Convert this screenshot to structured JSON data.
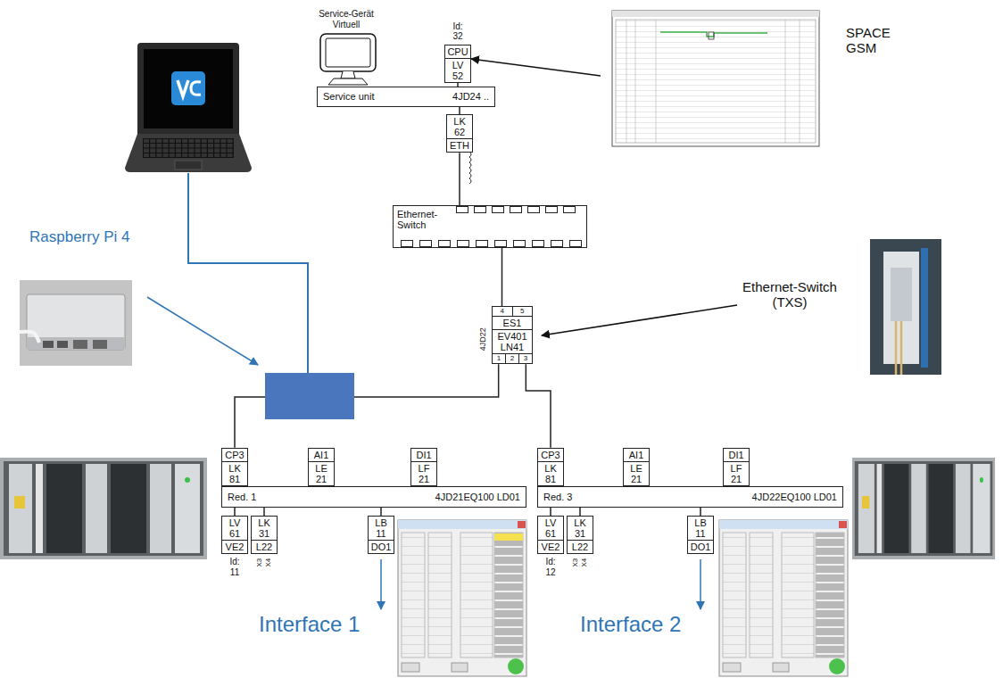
{
  "diagram": {
    "nodes": [
      {
        "text": [
          "CPU",
          "LV 52"
        ]
      },
      {
        "text": [
          "Service unit",
          "4JD24 .."
        ]
      },
      {
        "text": [
          "LK 62",
          "ETH"
        ]
      },
      {
        "text": [
          "Ethernet-Switch"
        ]
      },
      {
        "text": [
          "ES1",
          "EV401 LN41"
        ]
      },
      {
        "text": [
          "CP3",
          "LK 81"
        ]
      },
      {
        "text": [
          "AI1",
          "LE 21"
        ]
      },
      {
        "text": [
          "DI1",
          "LF 21"
        ]
      },
      {
        "text": [
          "Red. 1",
          "4JD21EQ100 LD01"
        ]
      },
      {
        "text": [
          "LV 61",
          "VE2"
        ]
      },
      {
        "text": [
          "LK 31",
          "L22"
        ]
      },
      {
        "text": [
          "LB 11",
          "DO1"
        ]
      },
      {
        "text": [
          "CP3",
          "LK 81"
        ]
      },
      {
        "text": [
          "AI1",
          "LE 21"
        ]
      },
      {
        "text": [
          "DI1",
          "LF 21"
        ]
      },
      {
        "text": [
          "Red. 3",
          "4JD22EQ100 LD01"
        ]
      },
      {
        "text": [
          "LV 61",
          "VE2"
        ]
      },
      {
        "text": [
          "LK 31",
          "L22"
        ]
      },
      {
        "text": [
          "LB 11",
          "DO1"
        ]
      }
    ],
    "edges": [
      {
        "from": 0,
        "to": 1,
        "arrow": "none"
      },
      {
        "from": 1,
        "to": 2,
        "arrow": "none"
      },
      {
        "from": 2,
        "to": 3,
        "arrow": "none"
      },
      {
        "from": 3,
        "to": 4,
        "arrow": "none"
      },
      {
        "from": 4,
        "to": 5,
        "arrow": "none"
      },
      {
        "from": 4,
        "to": 12,
        "arrow": "none"
      },
      {
        "from": 8,
        "to": 9,
        "arrow": "none"
      },
      {
        "from": 8,
        "to": 10,
        "arrow": "none"
      },
      {
        "from": 8,
        "to": 11,
        "arrow": "none"
      },
      {
        "from": 15,
        "to": 16,
        "arrow": "none"
      },
      {
        "from": 15,
        "to": 17,
        "arrow": "none"
      },
      {
        "from": 15,
        "to": 18,
        "arrow": "none"
      }
    ],
    "labels": [
      "Service-Gerät Virtuell",
      "Id: 32",
      "SPACE GSM",
      "Raspberry Pi 4",
      "Ethernet-Switch (TXS)",
      "4",
      "5",
      "4JD22",
      "1",
      "2",
      "3",
      "Id: 11",
      "X3",
      "X4",
      "Interface 1",
      "Id: 12",
      "X3",
      "X4",
      "Interface 2"
    ]
  }
}
